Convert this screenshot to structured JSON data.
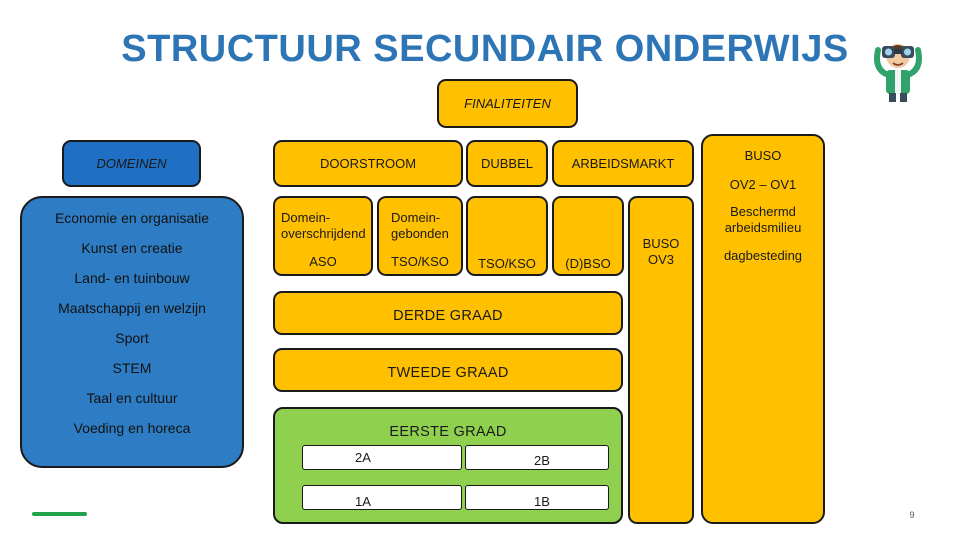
{
  "title": "STRUCTUUR SECUNDAIR ONDERWIJS",
  "finaliteiten": "FINALITEITEN",
  "domeinen": {
    "header": "DOMEINEN",
    "items": [
      "Economie en organisatie",
      "Kunst en creatie",
      "Land- en tuinbouw",
      "Maatschappij en welzijn",
      "Sport",
      "STEM",
      "Taal en cultuur",
      "Voeding en horeca"
    ]
  },
  "doorstroom": {
    "header": "DOORSTROOM",
    "col1_line1": "Domein-",
    "col1_line2": "overschrijdend",
    "col1_sub": "ASO",
    "col2_line1": "Domein-",
    "col2_line2": "gebonden",
    "col2_sub": "TSO/KSO"
  },
  "dubbel": {
    "header": "DUBBEL",
    "sub": "TSO/KSO"
  },
  "arbeidsmarkt": {
    "header": "ARBEIDSMARKT",
    "sub": "(D)BSO",
    "buso_line1": "BUSO",
    "buso_line2": "OV3"
  },
  "buso": {
    "header": "BUSO",
    "line2": "OV2 – OV1",
    "line3a": "Beschermd",
    "line3b": "arbeidsmilieu",
    "line4": "dagbesteding"
  },
  "graden": {
    "derde": "DERDE GRAAD",
    "tweede": "TWEEDE GRAAD",
    "eerste": "EERSTE GRAAD",
    "g2a": "2A",
    "g2b": "2B",
    "g1a": "1A",
    "g1b": "1B"
  },
  "page_number": "9",
  "colors": {
    "title": "#2e75b6",
    "yellow": "#ffc000",
    "blue": "#2e7dc4",
    "green": "#8fd14f",
    "accent_line": "#22a24a"
  },
  "icons": {
    "mascot": "explorer-with-binoculars-icon"
  }
}
